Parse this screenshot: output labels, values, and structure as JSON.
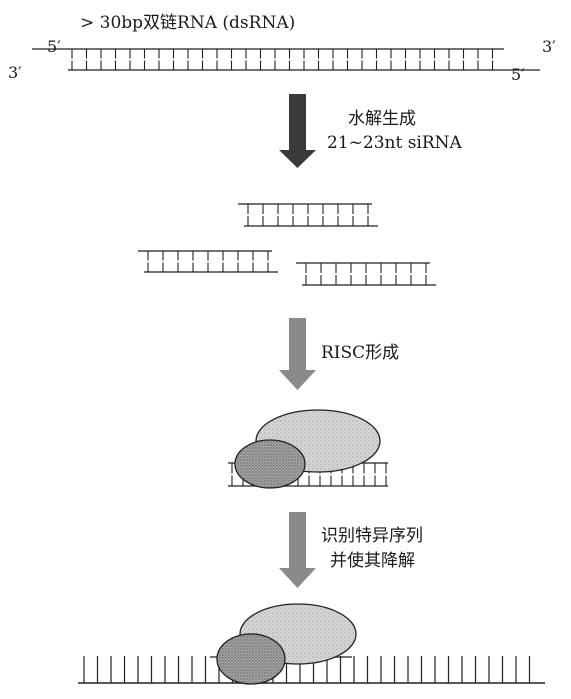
{
  "title": "> 30bp双链RNA (dsRNA)",
  "ends": {
    "top_left": "5′",
    "top_right": "3′",
    "bottom_left": "3′",
    "bottom_right": "5′"
  },
  "steps": [
    {
      "lines": [
        "水解生成",
        "21~23nt siRNA"
      ],
      "arrow_color": "#3a3a3a"
    },
    {
      "lines": [
        "RISC形成"
      ],
      "arrow_color": "#8a8a8a"
    },
    {
      "lines": [
        "识别特异序列",
        "并使其降解"
      ],
      "arrow_color": "#8a8a8a"
    }
  ],
  "colors": {
    "ink": "#222222",
    "complex_large": "#cfcfcf",
    "complex_small": "#8f8f8f"
  }
}
